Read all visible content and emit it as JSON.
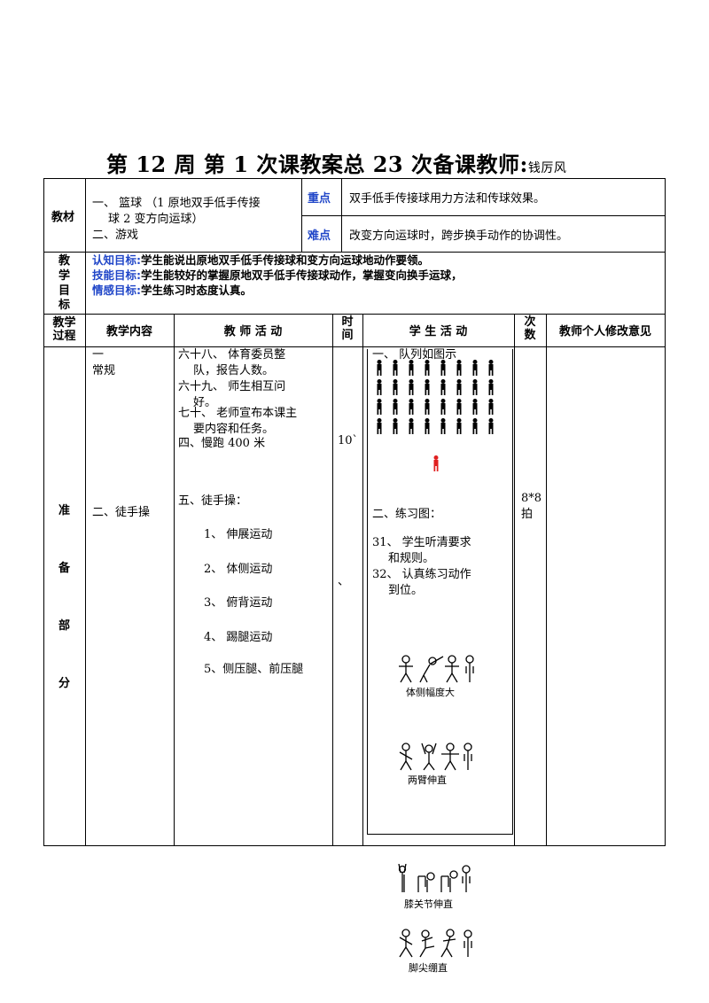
{
  "title": {
    "main": "第 12 周 第 1 次课教案总 23 次备课教师:",
    "teacher": "钱厉风"
  },
  "top": {
    "jiaocai_label": "教材",
    "item1_a": "一、       篮球 （1 原地双手低手传接",
    "item1_b": "球 2 变方向运球）",
    "item2": "二、游戏",
    "zhongdian_label": "重点",
    "zhongdian_text": "双手低手传接球用力方法和传球效果。",
    "nandian_label": "难点",
    "nandian_text": "改变方向运球时，跨步换手动作的协调性。"
  },
  "goals": {
    "label_chars": [
      "教",
      "学",
      "目",
      "标"
    ],
    "lines": [
      {
        "label": "认知目标:",
        "text": "学生能说出原地双手低手传接球和变方向运球地动作要领。"
      },
      {
        "label": "技能目标:",
        "text": "学生能较好的掌握原地双手低手传接球动作，掌握变向换手运球，"
      },
      {
        "label": "情感目标:",
        "text": "学生练习时态度认真。"
      }
    ]
  },
  "headers": {
    "process_a": "教学",
    "process_b": "过程",
    "content": "教学内容",
    "teacher": "教  师  活  动",
    "time_a": "时",
    "time_b": "间",
    "student": "学  生  活  动",
    "count_a": "次",
    "count_b": "数",
    "opinion": "教师个人修改意见"
  },
  "section": {
    "chars": [
      "准",
      "备",
      "部",
      "分"
    ],
    "content_1a": "一",
    "content_1b": "常规",
    "content_2": "二、徒手操",
    "teacher_1a": "六十八、      体育委员整",
    "teacher_1b": "队，报告人数。",
    "teacher_2a": "六十九、      师生相互问",
    "teacher_2b": "好。",
    "teacher_3a": "七十、    老师宣布本课主",
    "teacher_3b": "要内容和任务。",
    "teacher_4": "四、慢跑 400 米",
    "teacher_5": "五、徒手操：",
    "exercises": [
      "1、 伸展运动",
      "2、 体侧运动",
      "3、 俯背运动",
      "4、 踢腿运动",
      "5、侧压腿、前压腿"
    ],
    "time": "10`",
    "time_mark": "、",
    "student_1": "一、        队列如图示",
    "student_2": "二、练习图：",
    "student_3a": "31、      学生听清要求",
    "student_3b": "和规则。",
    "student_4a": "32、      认真练习动作",
    "student_4b": "到位。",
    "count_a": "8*8",
    "count_b": "拍",
    "caption_1": "体侧幅度大",
    "caption_2": "两臂伸直",
    "caption_3": "膝关节伸直",
    "caption_4": "脚尖绷直"
  }
}
